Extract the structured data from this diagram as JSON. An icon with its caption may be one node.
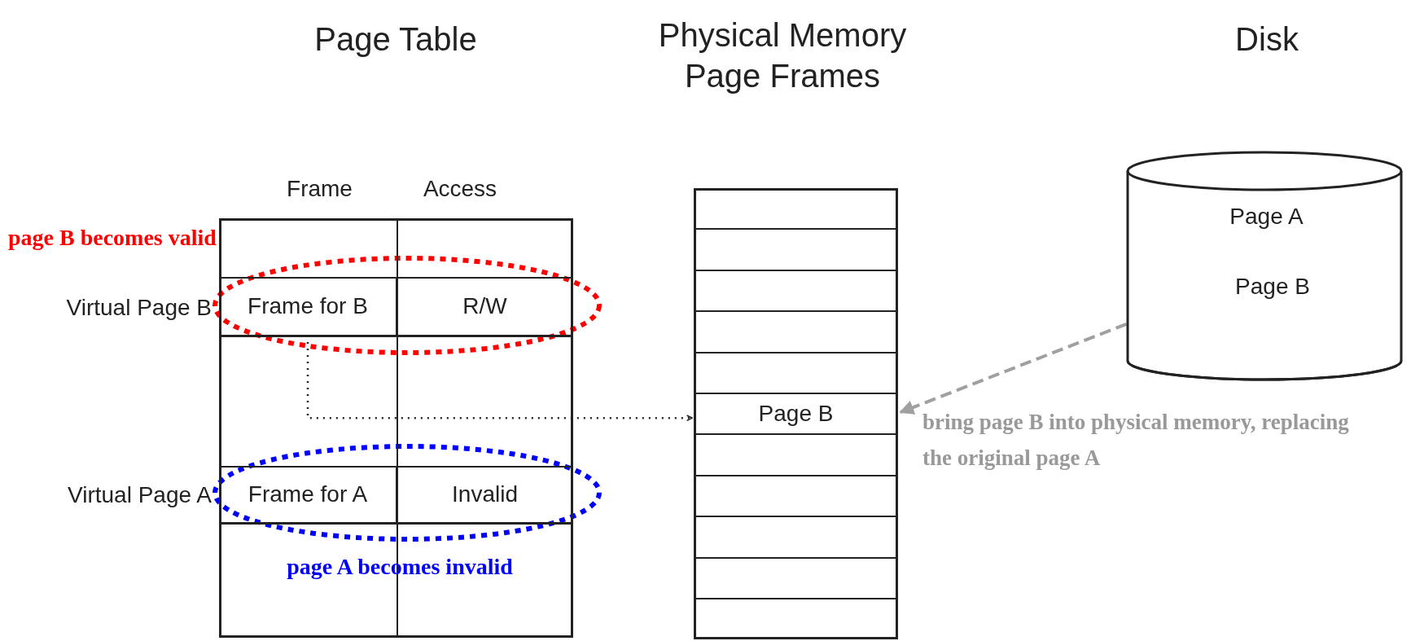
{
  "diagram": {
    "nodes": [
      {
        "text": [],
        "shape": "box"
      },
      {
        "text": [
          "Frame for B"
        ],
        "in": 0
      },
      {
        "text": [
          "R/W"
        ],
        "in": 0
      },
      {
        "text": [
          "Frame for A"
        ],
        "in": 0
      },
      {
        "text": [
          "Invalid"
        ],
        "in": 0
      },
      {
        "text": [],
        "shape": "box"
      },
      {
        "text": [],
        "shape": "box",
        "in": 5
      },
      {
        "text": [],
        "shape": "box",
        "in": 5
      },
      {
        "text": [],
        "shape": "box",
        "in": 5
      },
      {
        "text": [],
        "shape": "box",
        "in": 5
      },
      {
        "text": [],
        "shape": "box",
        "in": 5
      },
      {
        "text": [
          "Page B"
        ],
        "in": 5
      },
      {
        "text": [],
        "shape": "box",
        "in": 5
      },
      {
        "text": [],
        "shape": "box",
        "in": 5
      },
      {
        "text": [],
        "shape": "box",
        "in": 5
      },
      {
        "text": [],
        "shape": "box",
        "in": 5
      },
      {
        "text": [],
        "shape": "box",
        "in": 5
      },
      {
        "text": [
          "Page A"
        ]
      },
      {
        "text": [
          "Page B"
        ],
        "in": 17
      }
    ],
    "edges": [
      {
        "from": 1,
        "to": 11,
        "arrow": "to",
        "style": "dashed"
      },
      {
        "from": 18,
        "to": 11,
        "arrow": "to",
        "style": "dashed",
        "color": "#a0a0a0"
      }
    ],
    "labels": [
      "Page Table",
      "Physical Memory Page Frames",
      "Disk",
      "Frame",
      "Access",
      "page B becomes valid",
      "Virtual Page B",
      "Virtual Page A",
      "page A becomes invalid",
      "bring page B into physical memory, replacing the original page A"
    ]
  }
}
